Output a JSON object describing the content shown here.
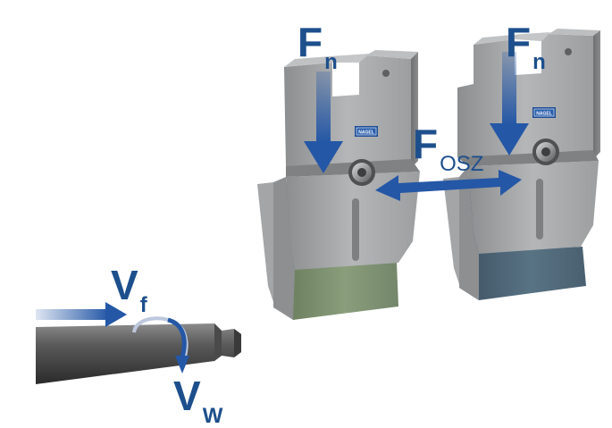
{
  "labels": {
    "fn_left": {
      "main": "F",
      "sub": "n"
    },
    "fn_right": {
      "main": "F",
      "sub": "n"
    },
    "fosz": {
      "main": "F",
      "sub": "OSZ"
    },
    "vf": {
      "main": "V",
      "sub": "f"
    },
    "vw": {
      "main": "V",
      "sub": "W"
    }
  },
  "logo_text": "NAGEL",
  "colors": {
    "arrow": "#2457a6",
    "label": "#1d4f8c",
    "steel": "#9a9c9e",
    "stone_left": "#7e9270",
    "stone_right": "#4f6878"
  }
}
